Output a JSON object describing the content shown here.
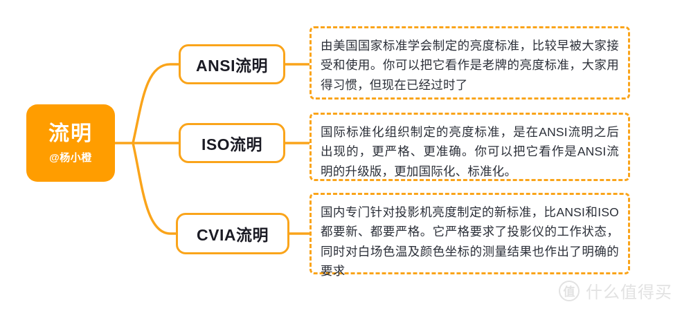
{
  "root": {
    "title": "流明",
    "handle": "@杨小橙"
  },
  "branches": [
    {
      "label": "ANSI流明",
      "description": "由美国国家标准学会制定的亮度标准，比较早被大家接受和使用。你可以把它看作是老牌的亮度标准，大家用得习惯，但现在已经过时了"
    },
    {
      "label": "ISO流明",
      "description": "国际标准化组织制定的亮度标准，是在ANSI流明之后出现的，更严格、更准确。你可以把它看作是ANSI流明的升级版，更加国际化、标准化。"
    },
    {
      "label": "CVIA流明",
      "description": "国内专门针对投影机亮度制定的新标准，比ANSI和ISO都要新、都要严格。它严格要求了投影仪的工作状态，同时对白场色温及颜色坐标的测量结果也作出了明确的要求"
    }
  ],
  "watermark": {
    "logo_text": "值",
    "text": "什么值得买"
  },
  "colors": {
    "root_fill": "#FF9D00",
    "branch_border": "#FAA41A",
    "connector": "#FAA41A",
    "body_text": "#2b2f38",
    "root_text": "#ffffff",
    "watermark": "#e2e2e2",
    "background": "#ffffff"
  }
}
